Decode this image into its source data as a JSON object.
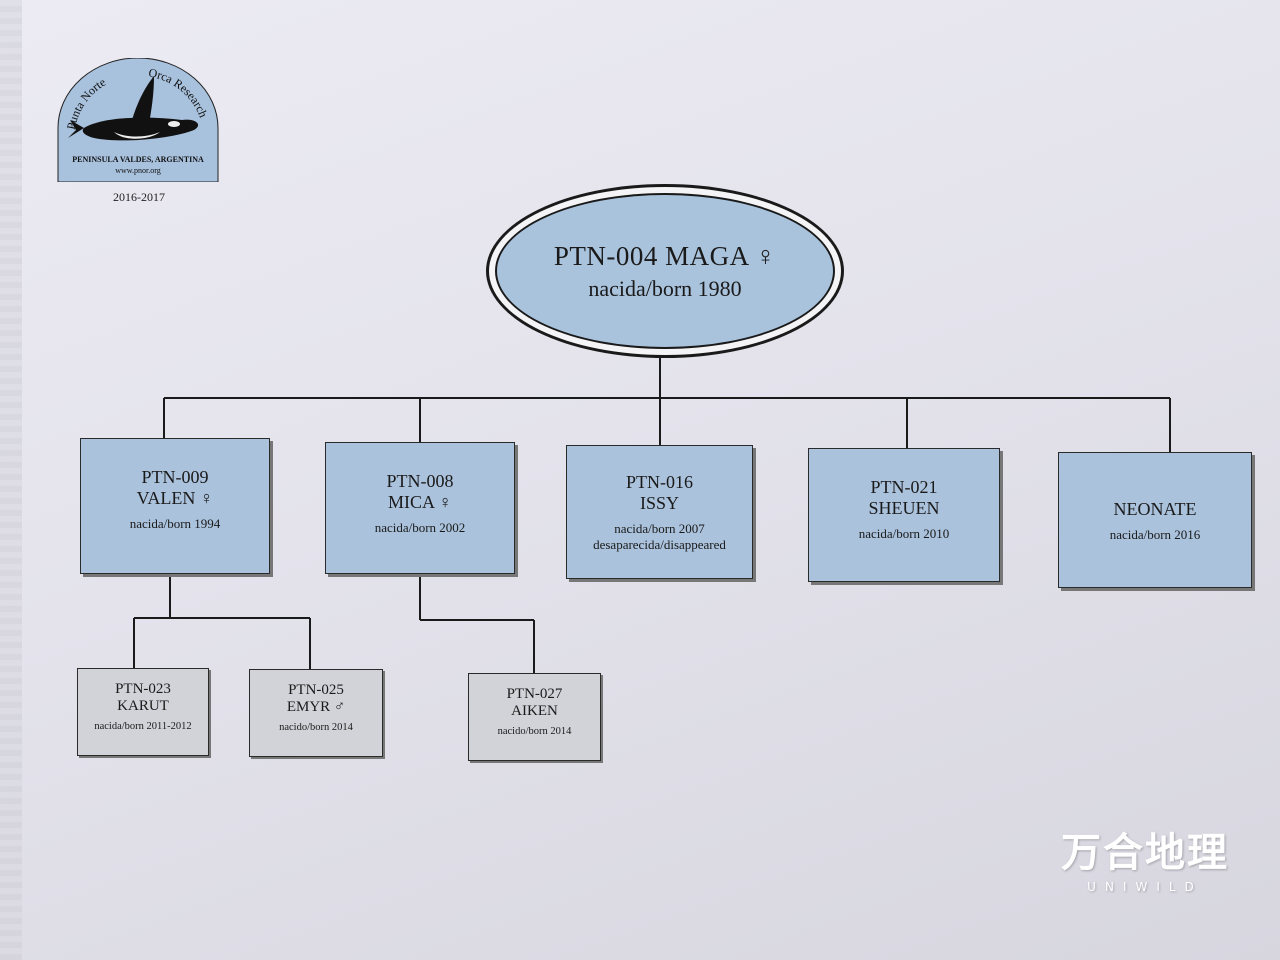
{
  "logo": {
    "arc_left": "Punta Norte",
    "arc_right": "Orca Research",
    "location": "PENINSULA VALDES, ARGENTINA",
    "website": "www.pnor.org",
    "years": "2016-2017",
    "colors": {
      "fill": "#a8c1dd",
      "ink": "#111111"
    }
  },
  "root": {
    "title": "PTN-004  MAGA ♀",
    "born": "nacida/born 1980",
    "color": "#a9c3dd"
  },
  "children": [
    {
      "id": "PTN-009",
      "name": "VALEN ♀",
      "born": "nacida/born 1994"
    },
    {
      "id": "PTN-008",
      "name": "MICA ♀",
      "born": "nacida/born 2002"
    },
    {
      "id": "PTN-016",
      "name": "ISSY",
      "born": "nacida/born 2007",
      "extra": "desaparecida/disappeared"
    },
    {
      "id": "PTN-021",
      "name": "SHEUEN",
      "born": "nacida/born 2010"
    },
    {
      "id": "",
      "name": "NEONATE",
      "born": "nacida/born 2016"
    }
  ],
  "grandchildren": [
    {
      "id": "PTN-023",
      "name": "KARUT",
      "born": "nacida/born 2011-2012"
    },
    {
      "id": "PTN-025",
      "name": "EMYR ♂",
      "born": "nacido/born 2014"
    },
    {
      "id": "PTN-027",
      "name": "AIKEN",
      "born": "nacido/born 2014"
    }
  ],
  "colors": {
    "child_box": "#aac2dc",
    "grandchild_box": "#d2d3d9",
    "line": "#1a1a1a"
  },
  "watermark": {
    "chinese": "万合地理",
    "english": "UNIWILD"
  }
}
